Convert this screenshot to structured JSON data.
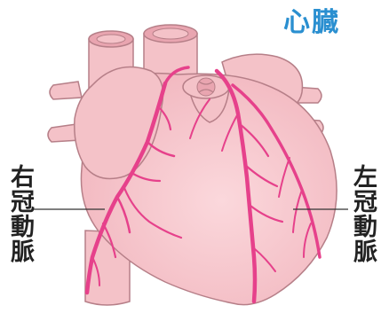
{
  "title": "心臓",
  "colors": {
    "title": "#2a8fd0",
    "heart_fill": "#f6c6cc",
    "heart_shade": "#eeaab4",
    "heart_outline": "#b67f88",
    "vessel_fill": "#f4c2c8",
    "artery": "#e6418b",
    "leader_line": "#333333"
  },
  "labels": {
    "right_coronary": "右冠動脈",
    "left_coronary": "左冠動脈"
  }
}
